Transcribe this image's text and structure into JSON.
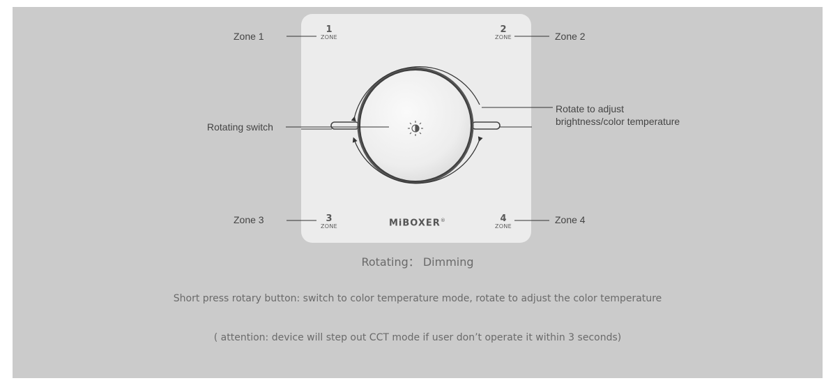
{
  "zones": {
    "zone1": {
      "label": "Zone 1",
      "number": "1",
      "word": "ZONE"
    },
    "zone2": {
      "label": "Zone 2",
      "number": "2",
      "word": "ZONE"
    },
    "zone3": {
      "label": "Zone 3",
      "number": "3",
      "word": "ZONE"
    },
    "zone4": {
      "label": "Zone 4",
      "number": "4",
      "word": "ZONE"
    }
  },
  "callouts": {
    "rotating_switch": "Rotating switch",
    "rotate_adjust_line1": "Rotate to adjust",
    "rotate_adjust_line2": "brightness/color temperature"
  },
  "brand": {
    "name": "MiBOXER",
    "mark": "®"
  },
  "captions": {
    "mode": "Rotating： Dimming",
    "short_press": "Short press rotary button: switch to color temperature mode, rotate to adjust the color temperature",
    "attention": "( attention: device will step out CCT mode if user don’t operate it within 3 seconds)"
  },
  "icons": {
    "knob_center": "brightness-icon"
  },
  "colors": {
    "background": "#cbcbcb",
    "panel": "#ececec",
    "text": "#444444"
  }
}
